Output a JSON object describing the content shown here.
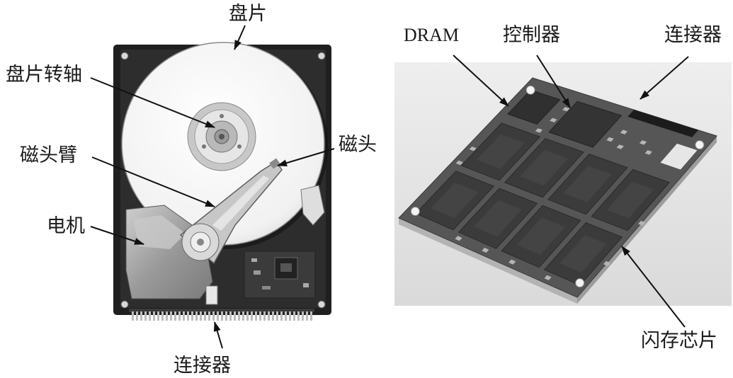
{
  "hdd": {
    "label_platter": "盘片",
    "label_spindle": "盘片转轴",
    "label_arm": "磁头臂",
    "label_motor": "电机",
    "label_head": "磁头",
    "label_connector": "连接器"
  },
  "ssd": {
    "label_dram": "DRAM",
    "label_controller": "控制器",
    "label_connector": "连接器",
    "label_flash": "闪存芯片"
  },
  "colors": {
    "arrow": "#111111",
    "hdd_case": "#1f1f1f",
    "platter": "#f4f4f4",
    "ssd_board": "#565656",
    "chip": "#3b3b3b"
  }
}
